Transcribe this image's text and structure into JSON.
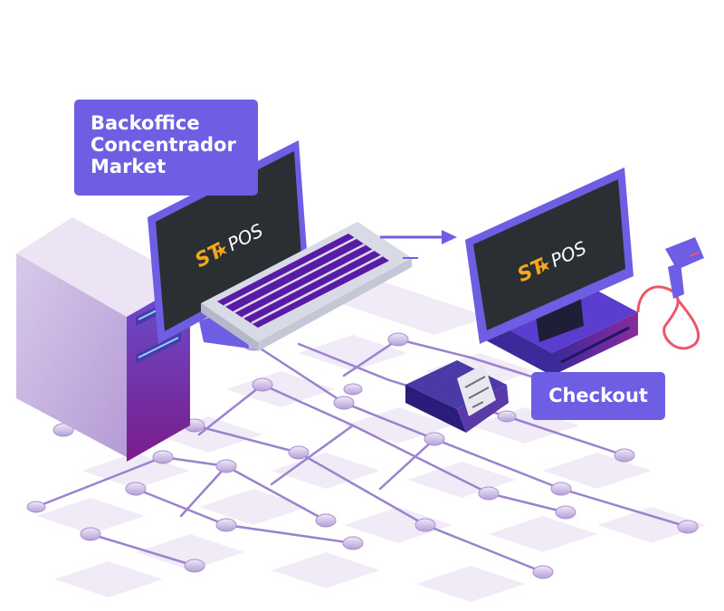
{
  "labels": {
    "backoffice": [
      "Backoffice",
      "Concentrador",
      "Market"
    ],
    "checkout": "Checkout"
  },
  "logo": {
    "text_main": "ST",
    "text_rest": "POS",
    "star_glyph": "★"
  },
  "colors": {
    "accent": "#6d5ee3",
    "tower_dark": "#5a1e8c",
    "tower_light": "#c9b6e2",
    "screen": "#2a2f33",
    "logo_yellow": "#f3a81b",
    "cable_red": "#f0546a"
  }
}
